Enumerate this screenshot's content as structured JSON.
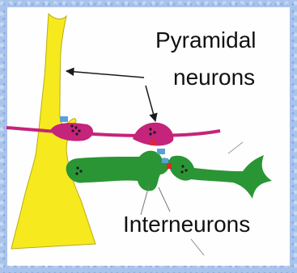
{
  "labels": {
    "pyramidal_line1": "Pyramidal",
    "pyramidal_line2": "neurons",
    "interneurons": "Interneurons"
  },
  "colors": {
    "background": "#a9c4ec",
    "panel": "#fefefe",
    "pyramidal_yellow": "#f6ea1f",
    "pyramidal_magenta": "#c4247a",
    "interneuron_green": "#2a9535",
    "synapse_blue": "#5aa0d8",
    "arrow": "#1a1a1a"
  }
}
